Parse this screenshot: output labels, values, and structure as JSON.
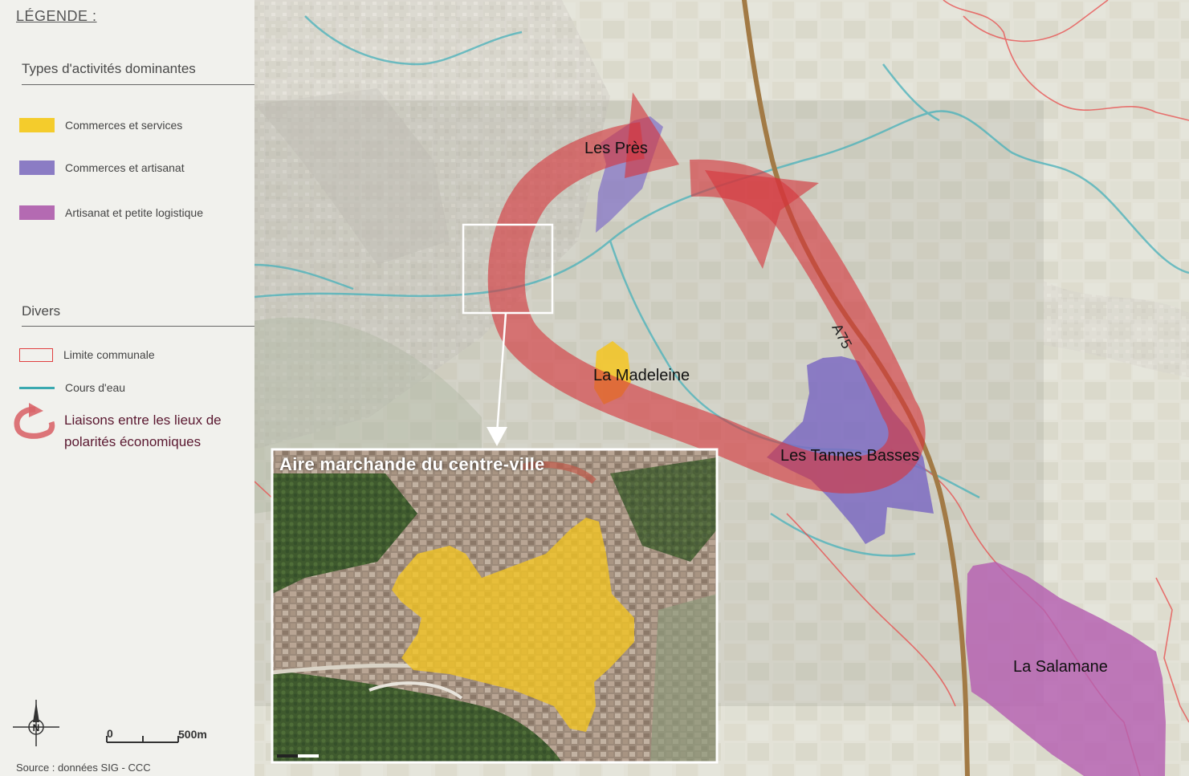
{
  "legend": {
    "title": "LÉGENDE :",
    "section_activities": "Types d'activités dominantes",
    "section_misc": "Divers",
    "activities": [
      {
        "label": "Commerces et services",
        "color": "#f4cc2c"
      },
      {
        "label": "Commerces et artisanat",
        "color": "#8b7cc4"
      },
      {
        "label": "Artisanat et petite logistique",
        "color": "#b46ab2"
      }
    ],
    "misc": [
      {
        "label": "Limite communale",
        "color": "#e04040"
      },
      {
        "label": "Cours d'eau",
        "color": "#3aa9b0"
      },
      {
        "label": "Liaisons entre les lieux de polarités économiques",
        "color": "#d9666a"
      }
    ]
  },
  "scale": {
    "zero": "0",
    "distance": "500m"
  },
  "north": "N",
  "source": "Source : données SIG - CCC",
  "places": {
    "les_pres": "Les Près",
    "la_madeleine": "La Madeleine",
    "les_tannes_basses": "Les Tannes Basses",
    "la_salamane": "La Salamane",
    "highway": "A75"
  },
  "inset": {
    "title": "Aire marchande du centre-ville"
  }
}
